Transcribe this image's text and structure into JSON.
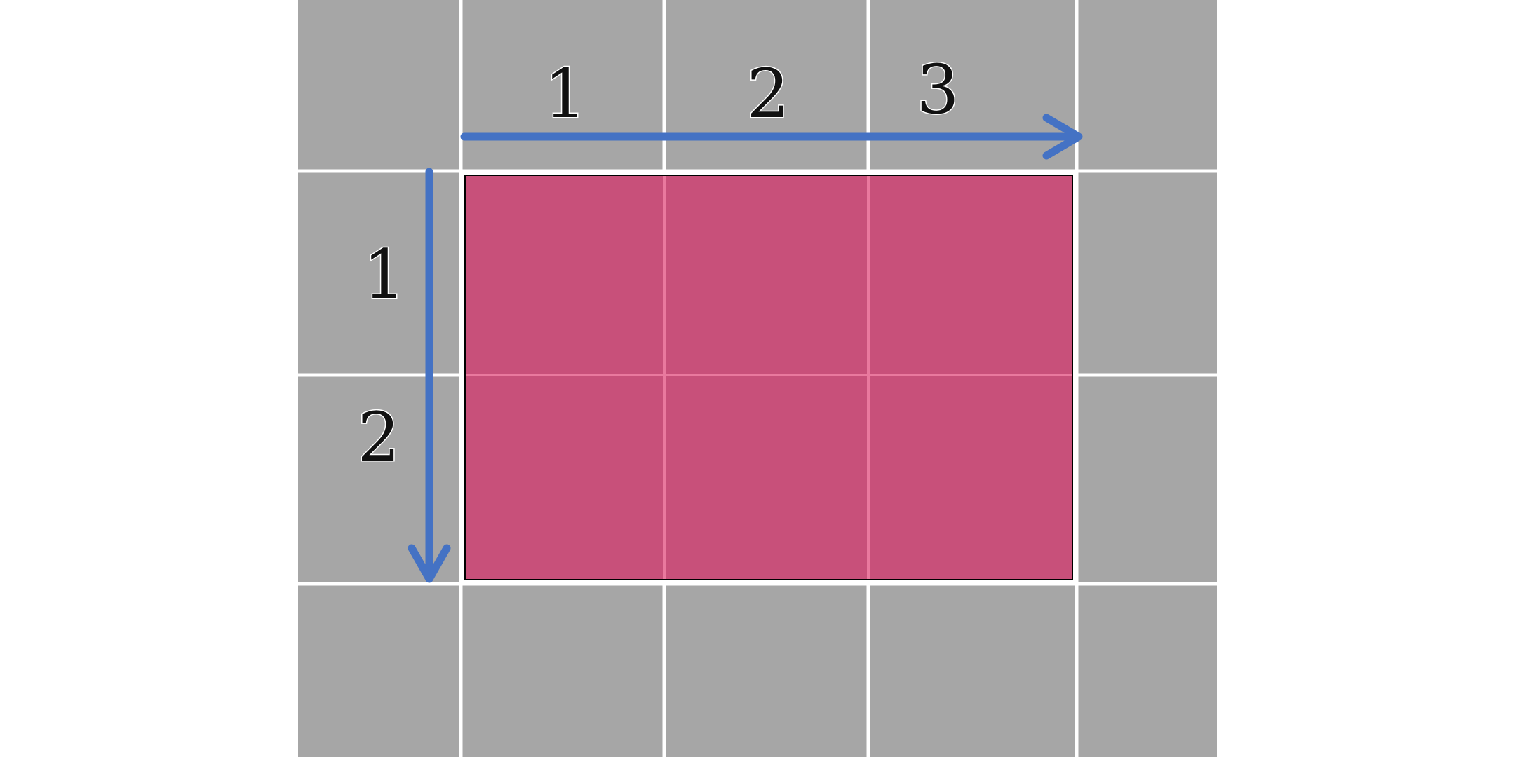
{
  "colors": {
    "page_background": "#ffffff",
    "grid_cell": "#a6a6a6",
    "grid_line": "#ffffff",
    "selection_fill": "#c8507a",
    "selection_inner_line": "#e9799e",
    "selection_border": "#000000",
    "arrow": "#4472c4"
  },
  "grid": {
    "rows": 4,
    "columns": 5
  },
  "selection": {
    "rows": 2,
    "columns": 3
  },
  "column_labels": [
    "1",
    "2",
    "3"
  ],
  "row_labels": [
    "1",
    "2"
  ]
}
